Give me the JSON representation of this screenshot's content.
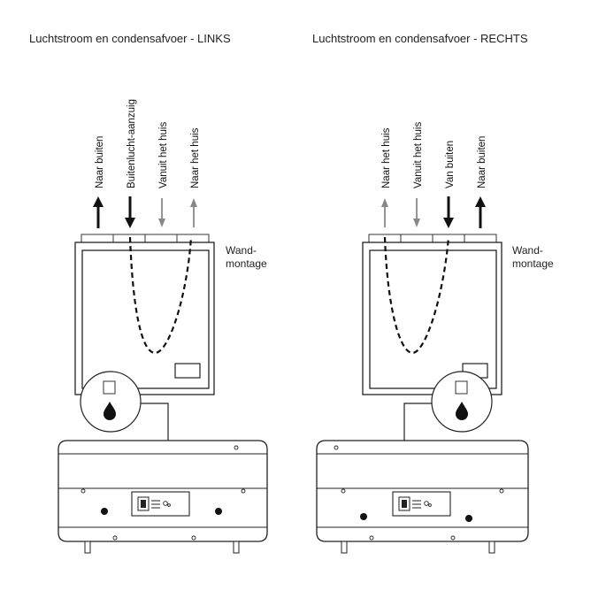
{
  "left": {
    "title": "Luchtstroom en condensafvoer - LINKS",
    "wall_label_1": "Wand-",
    "wall_label_2": "montage",
    "ports": [
      {
        "label": "Naar buiten",
        "direction": "up",
        "tone": "dark"
      },
      {
        "label": "Buitenlucht-aanzuig",
        "direction": "down",
        "tone": "dark"
      },
      {
        "label": "Vanuit het huis",
        "direction": "down",
        "tone": "grey"
      },
      {
        "label": "Naar het huis",
        "direction": "up",
        "tone": "grey"
      }
    ]
  },
  "right": {
    "title": "Luchtstroom en condensafvoer - RECHTS",
    "wall_label_1": "Wand-",
    "wall_label_2": "montage",
    "ports": [
      {
        "label": "Naar het huis",
        "direction": "up",
        "tone": "grey"
      },
      {
        "label": "Vanuit het huis",
        "direction": "down",
        "tone": "grey"
      },
      {
        "label": "Van buiten",
        "direction": "down",
        "tone": "dark"
      },
      {
        "label": "Naar buiten",
        "direction": "up",
        "tone": "dark"
      }
    ]
  },
  "colors": {
    "dark": "#111111",
    "grey": "#888888"
  }
}
